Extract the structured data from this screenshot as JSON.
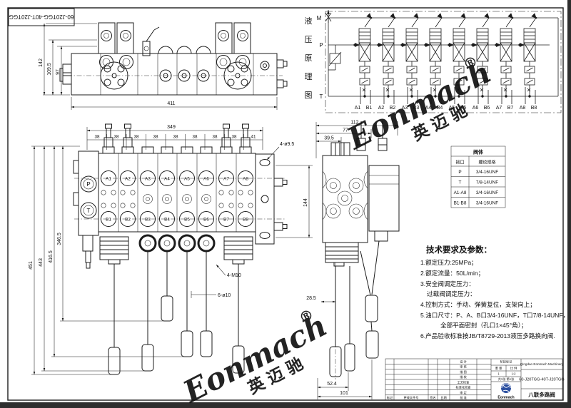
{
  "doc": {
    "code": "60-J20TGG-40T-J20TGG"
  },
  "colors": {
    "line": "#1c1c1c",
    "wm_blue": "#2b2b96",
    "wm_red": "#c3291f",
    "bg": "#ffffff"
  },
  "top_view": {
    "dim_width": "411",
    "dim_h1": "142",
    "dim_h2": "109.5",
    "dim_h3": "97"
  },
  "front_view": {
    "dim_total": "349",
    "segments": [
      "38",
      "38",
      "38",
      "38",
      "38",
      "38",
      "38",
      "38",
      "41"
    ],
    "left_dims": [
      "451",
      "443",
      "416.5",
      "346.5"
    ],
    "dim_right": "144",
    "callout_top": "4-ø9.5",
    "callout_m10": "4-M10",
    "callout_d10": "6-ø10",
    "port_p": "P",
    "port_t": "T",
    "ports_a": [
      "A1",
      "A2",
      "A3",
      "A4",
      "A5",
      "A6",
      "A7",
      "A8"
    ],
    "ports_b": [
      "B1",
      "B2",
      "B3",
      "B4",
      "B5",
      "B6",
      "B7",
      "B8"
    ]
  },
  "side_view": {
    "dim_112": "112",
    "dim_77": "77",
    "dim_39": "39.5",
    "dim_28": "28.5",
    "dim_52": "52.4",
    "dim_101": "101"
  },
  "schematic": {
    "title": "液压原理图",
    "chars": [
      "液",
      "压",
      "原",
      "理",
      "图"
    ],
    "m": "M",
    "p": "P",
    "t": "T",
    "ports": [
      "A1",
      "B1",
      "A2",
      "B2",
      "A3",
      "B3",
      "A4",
      "B4",
      "A5",
      "B5",
      "A6",
      "B6",
      "A7",
      "B7",
      "A8",
      "B8"
    ]
  },
  "thread_table": {
    "title": "阀体",
    "col_port": "接口",
    "col_spec": "螺纹规格",
    "rows": [
      {
        "port": "P",
        "spec": "3/4-16UNF"
      },
      {
        "port": "T",
        "spec": "7/8-14UNF"
      },
      {
        "port": "A1-A8",
        "spec": "3/4-16UNF"
      },
      {
        "port": "B1-B8",
        "spec": "3/4-16UNF"
      }
    ]
  },
  "tech_notes": {
    "title": "技术要求及参数：",
    "lines": [
      "1.额定压力:25MPa；",
      "2.额定流量：50L/min；",
      "3.安全阀调定压力：",
      "过载阀调定压力：",
      "4.控制方式：手动、弹簧复位，支架向上；",
      "5.油口尺寸：P、A、B口3/4-16UNF，T口7/8-14UNF，",
      "全部平面密封（孔口1×45°角）；",
      "6.产品验收标准按JB/T8729-2013液压多路换向阀."
    ]
  },
  "watermark": {
    "brand": "Eonmach",
    "reg": "®",
    "cn": "英迈驰"
  },
  "title_block": {
    "company": "Qingdao Eonmach Machinery",
    "drawing_no": "60-J20TGG-40T-J20TGG",
    "product_name": "八联多路阀",
    "logo": "Eonmach",
    "row_labels": [
      "设 计",
      "审 核",
      "描 图",
      "描 校",
      "工艺检查",
      "标准化检查",
      "审 定",
      "批 准"
    ],
    "bottom_labels": [
      "标记",
      "更改文件号",
      "签名",
      "日期"
    ],
    "stage_label": "阶段标记",
    "weight_label": "重 量",
    "scale_label": "比 例",
    "weight_value": "1",
    "scale_value": "1:2",
    "sheet_info": "共1张 第1张"
  }
}
